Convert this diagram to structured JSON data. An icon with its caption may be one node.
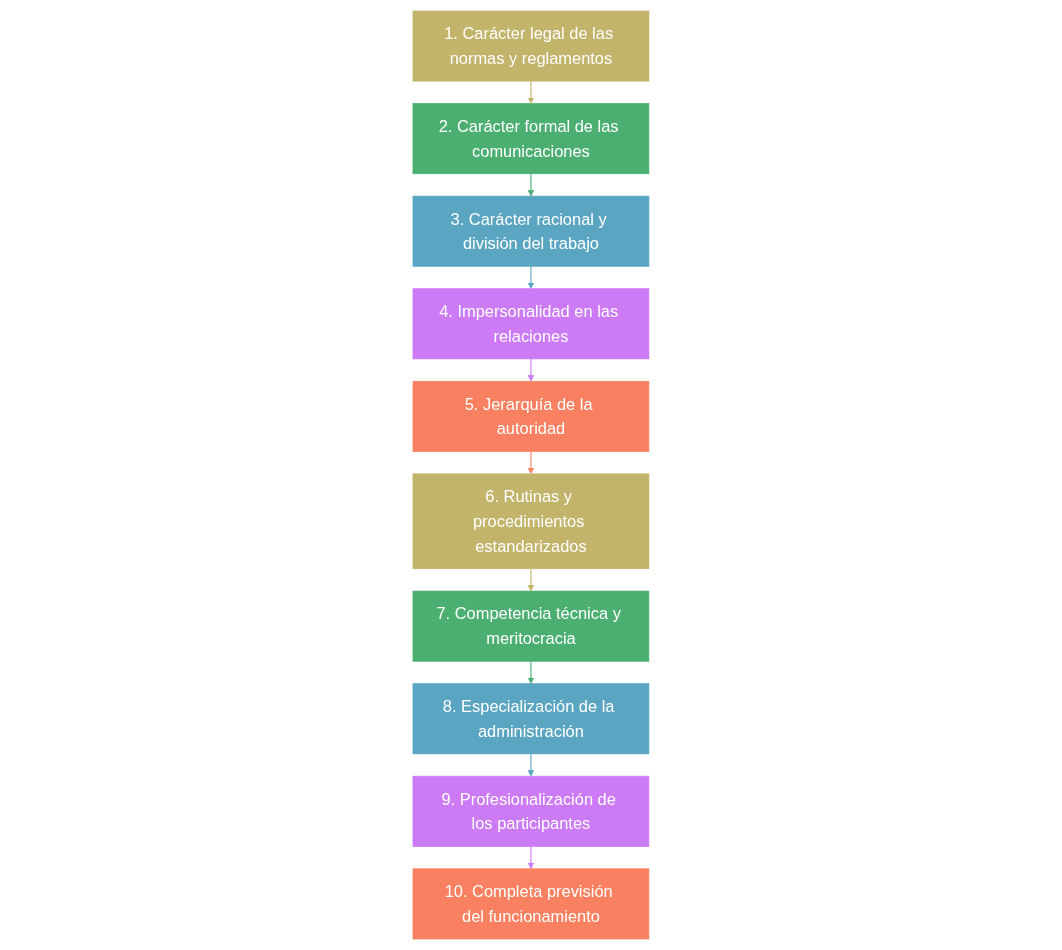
{
  "diagram": {
    "nodes": [
      {
        "text": [
          "1. Carácter legal de las normas y reglamentos"
        ]
      },
      {
        "text": [
          "2. Carácter formal de las comunicaciones"
        ]
      },
      {
        "text": [
          "3. Carácter racional y división del trabajo"
        ]
      },
      {
        "text": [
          "4. Impersonalidad en las relaciones"
        ]
      },
      {
        "text": [
          "5. Jerarquía de la autoridad"
        ]
      },
      {
        "text": [
          "6. Rutinas y procedimientos estandarizados"
        ]
      },
      {
        "text": [
          "7. Competencia técnica y meritocracia"
        ]
      },
      {
        "text": [
          "8. Especialización de la administración"
        ]
      },
      {
        "text": [
          "9. Profesionalización de los participantes"
        ]
      },
      {
        "text": [
          "10. Completa previsión del funcionamiento"
        ]
      }
    ],
    "edges": [
      {
        "from": 0,
        "to": 1,
        "arrow": "to",
        "color": "#c2b46a"
      },
      {
        "from": 1,
        "to": 2,
        "arrow": "to",
        "color": "#4caf72"
      },
      {
        "from": 2,
        "to": 3,
        "arrow": "to",
        "color": "#5aa6c2"
      },
      {
        "from": 3,
        "to": 4,
        "arrow": "to",
        "color": "#cc7af5"
      },
      {
        "from": 4,
        "to": 5,
        "arrow": "to",
        "color": "#f98060"
      },
      {
        "from": 5,
        "to": 6,
        "arrow": "to",
        "color": "#c2b46a"
      },
      {
        "from": 6,
        "to": 7,
        "arrow": "to",
        "color": "#4caf72"
      },
      {
        "from": 7,
        "to": 8,
        "arrow": "to",
        "color": "#5aa6c2"
      },
      {
        "from": 8,
        "to": 9,
        "arrow": "to",
        "color": "#cc7af5"
      }
    ]
  }
}
